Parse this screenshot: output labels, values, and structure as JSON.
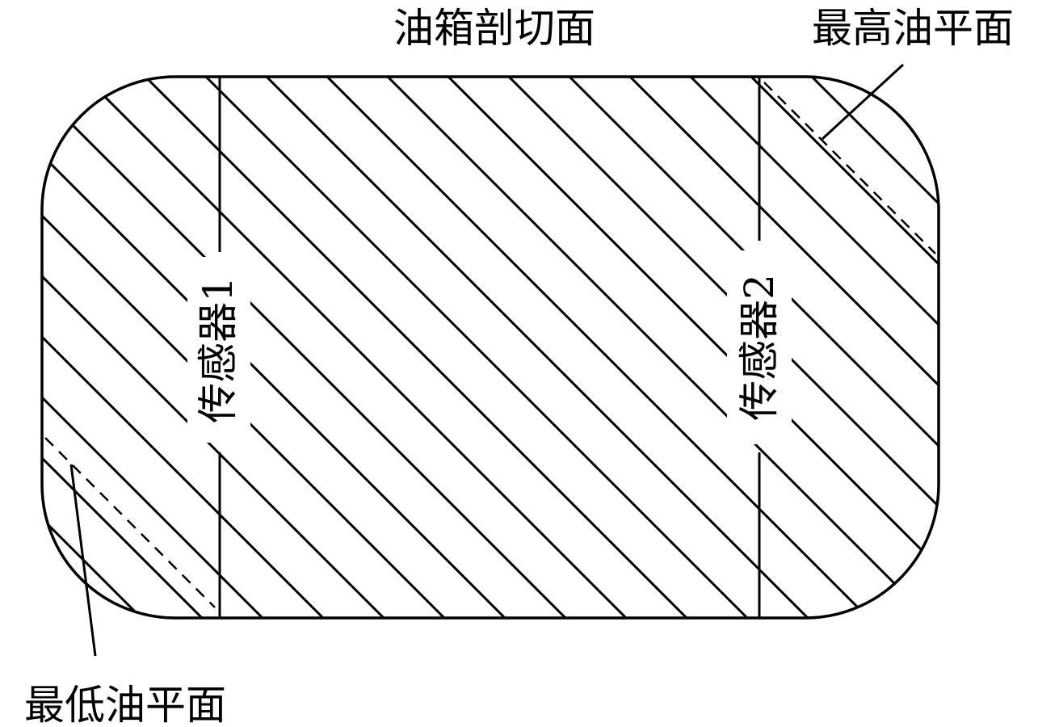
{
  "title": "油箱剖切面",
  "labels": {
    "max_level": "最高油平面",
    "min_level": "最低油平面",
    "sensor1": "传感器1",
    "sensor2": "传感器2"
  },
  "colors": {
    "stroke": "#000000",
    "background": "#ffffff"
  }
}
